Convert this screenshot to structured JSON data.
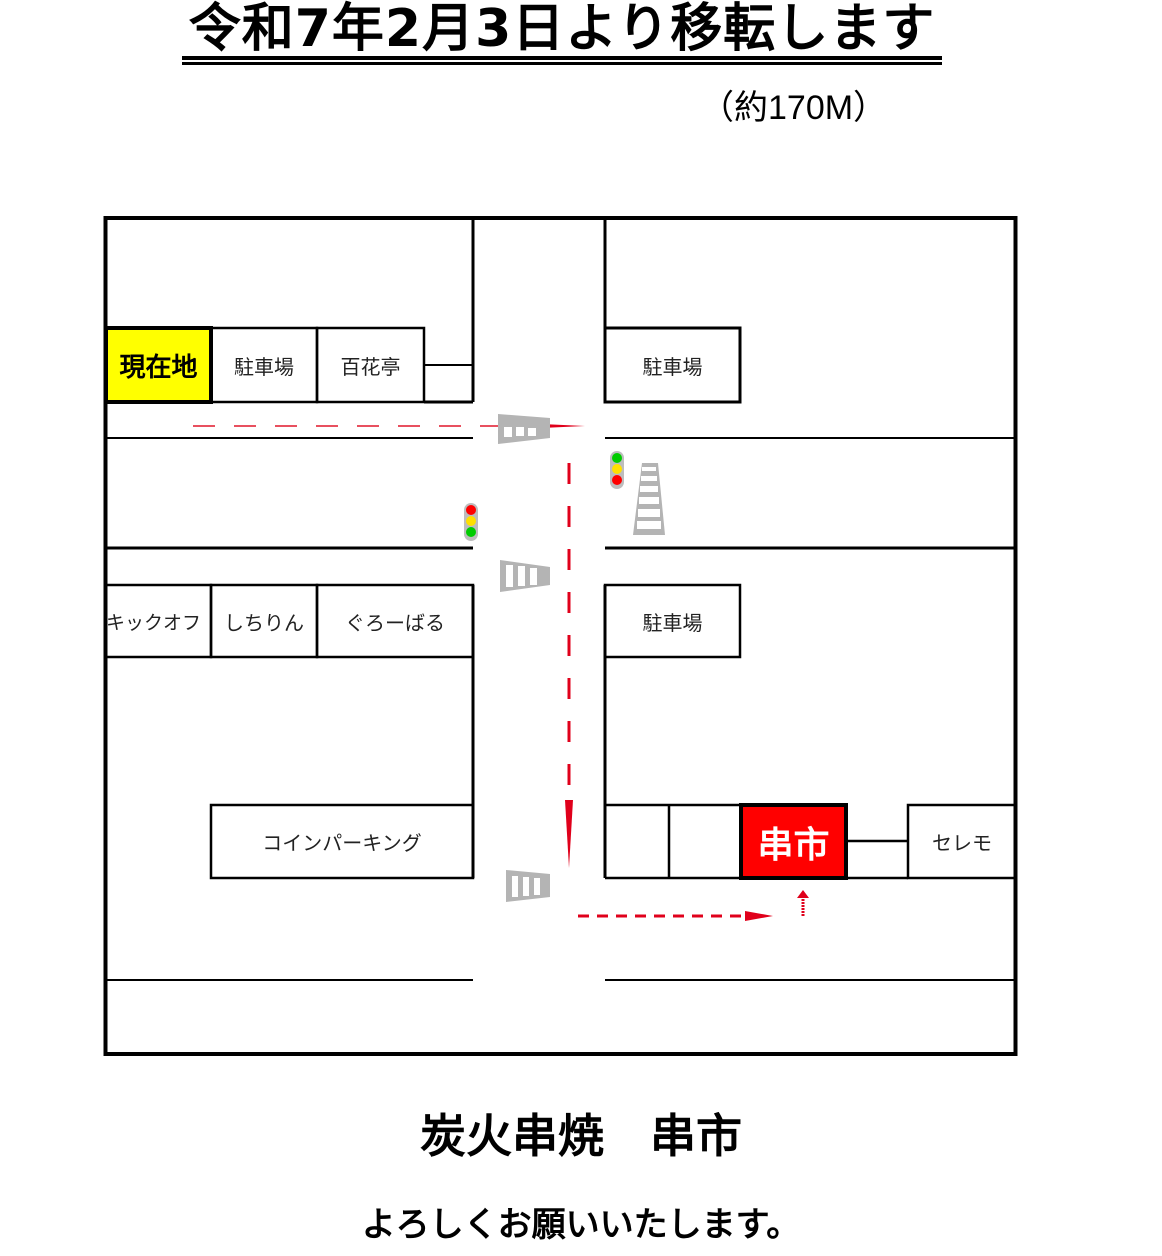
{
  "header": {
    "title": "令和7年2月3日より移転します",
    "distance": "（約170M）"
  },
  "map": {
    "current_location": "現在地",
    "north_west_row": [
      "駐車場",
      "百花亭"
    ],
    "north_east_row": [
      "駐車場"
    ],
    "south_west_row": [
      "キックオフ",
      "しちりん",
      "ぐろーばる"
    ],
    "south_east_row": [
      "駐車場"
    ],
    "lower_west": "コインパーキング",
    "destination": "串市",
    "lower_east": "セレモ",
    "icons": [
      "traffic-light-icon",
      "traffic-light-icon",
      "crosswalk-icon",
      "crosswalk-icon",
      "crosswalk-icon",
      "crosswalk-icon",
      "route-arrow-icon"
    ],
    "colors": {
      "current_location_bg": "#FFFF00",
      "destination_bg": "#FF0000",
      "route": "#E0001B",
      "crosswalk": "#B4B4B4"
    }
  },
  "footer": {
    "shop_name": "炭火串焼　串市",
    "greeting": "よろしくお願いいたします。"
  }
}
